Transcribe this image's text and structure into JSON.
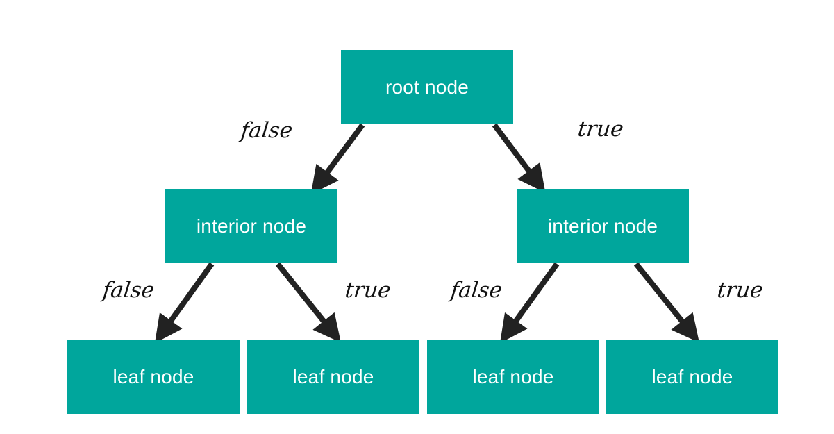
{
  "colors": {
    "node_fill": "#00a69c",
    "node_text": "#ffffff",
    "arrow": "#222222",
    "label_text": "#111111",
    "background": "#ffffff"
  },
  "nodes": {
    "root": {
      "label": "root node"
    },
    "interior_left": {
      "label": "interior node"
    },
    "interior_right": {
      "label": "interior node"
    },
    "leaves": [
      {
        "label": "leaf node"
      },
      {
        "label": "leaf node"
      },
      {
        "label": "leaf node"
      },
      {
        "label": "leaf node"
      }
    ]
  },
  "edges": {
    "root_to_left": {
      "label": "false"
    },
    "root_to_right": {
      "label": "true"
    },
    "interior_left_to_leaf_1": {
      "label": "false"
    },
    "interior_left_to_leaf_2": {
      "label": "true"
    },
    "interior_right_to_leaf_3": {
      "label": "false"
    },
    "interior_right_to_leaf_4": {
      "label": "true"
    }
  }
}
